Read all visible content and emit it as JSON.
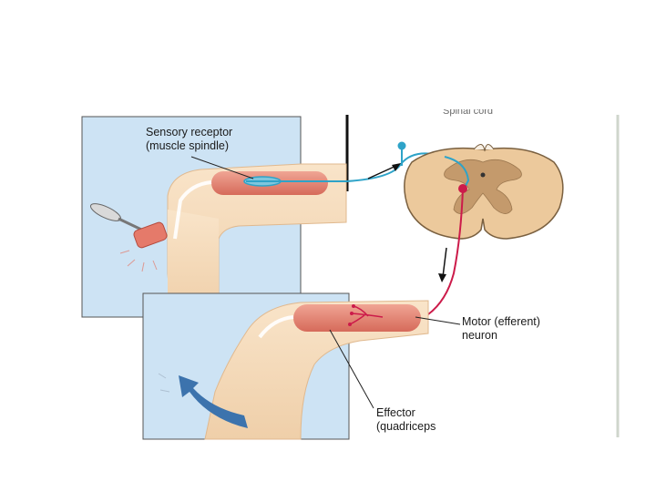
{
  "labels": {
    "sensory_line1": "Sensory receptor",
    "sensory_line2": "(muscle spindle)",
    "motor_line1": "Motor (efferent)",
    "motor_line2": "neuron",
    "effector_line1": "Effector",
    "effector_line2": "(quadriceps",
    "spinal_cord": "Spinal cord"
  },
  "colors": {
    "panel_bg": "#cde3f4",
    "skin": "#f6dcbc",
    "muscle": "#e68a78",
    "spinal_tan": "#e9c596",
    "sensory_neuron": "#2ea3c8",
    "motor_neuron": "#cc1b4a",
    "movement_arrow": "#3c73ad"
  }
}
